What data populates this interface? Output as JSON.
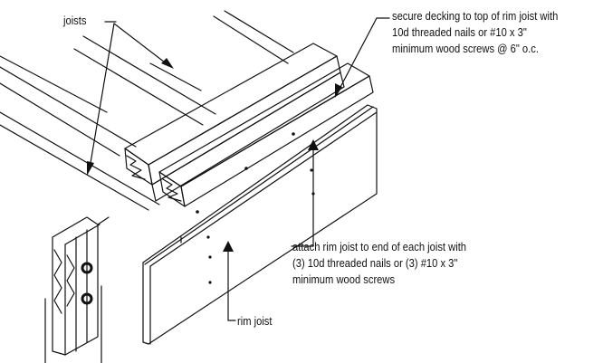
{
  "labels": {
    "joists": "joists",
    "secure": {
      "lines": [
        "secure decking to top of rim joist with",
        "10d threaded nails or #10 x 3\"",
        "minimum wood screws @ 6\" o.c."
      ]
    },
    "attach": {
      "lines": [
        "attach rim joist to end of each joist with",
        "(3) 10d threaded nails or (3) #10 x 3\"",
        "minimum wood screws"
      ]
    },
    "rim_joist": "rim joist"
  },
  "colors": {
    "ink": "#111111",
    "background": "#ffffff"
  }
}
